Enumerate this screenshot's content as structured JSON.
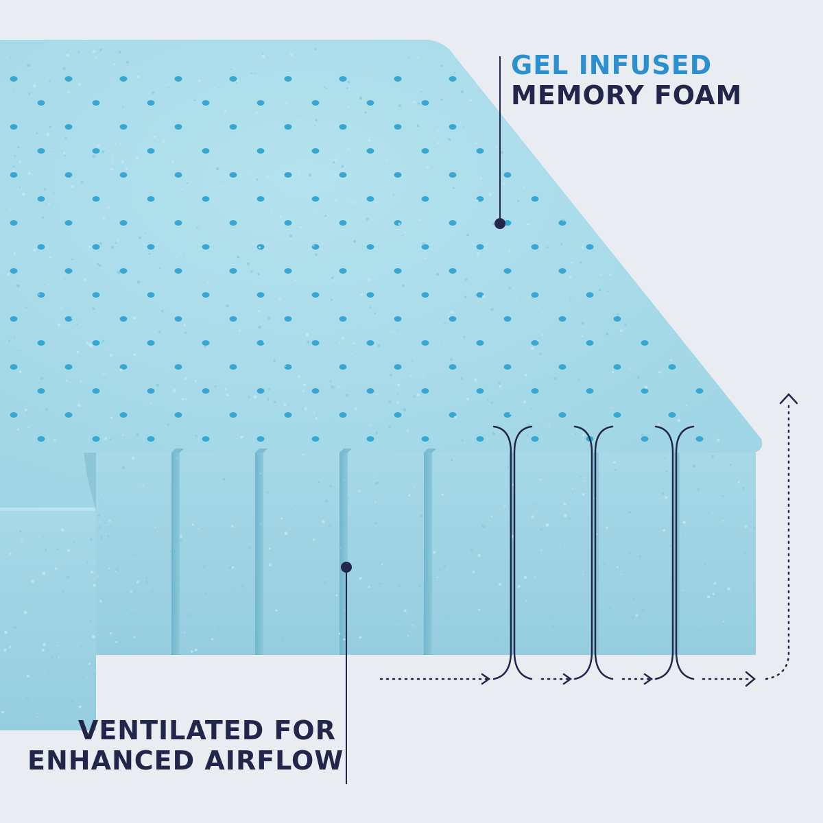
{
  "colors": {
    "background": "#e9edf1",
    "foam_top": "#a9dbe8",
    "foam_side": "#9dd3e3",
    "foam_shadow": "#7fc0d3",
    "perforation": "#35a9d4",
    "accent_blue": "#2c8fd0",
    "navy": "#22264a"
  },
  "callouts": {
    "gel": {
      "line1": "GEL INFUSED",
      "line2": "MEMORY FOAM"
    },
    "vent": {
      "line1": "VENTILATED FOR",
      "line2": "ENHANCED AIRFLOW"
    }
  },
  "icons": {
    "airflow": "dotted-arrow-icon",
    "channel": "bracket-channel-icon",
    "pointer": "callout-dot-icon"
  }
}
